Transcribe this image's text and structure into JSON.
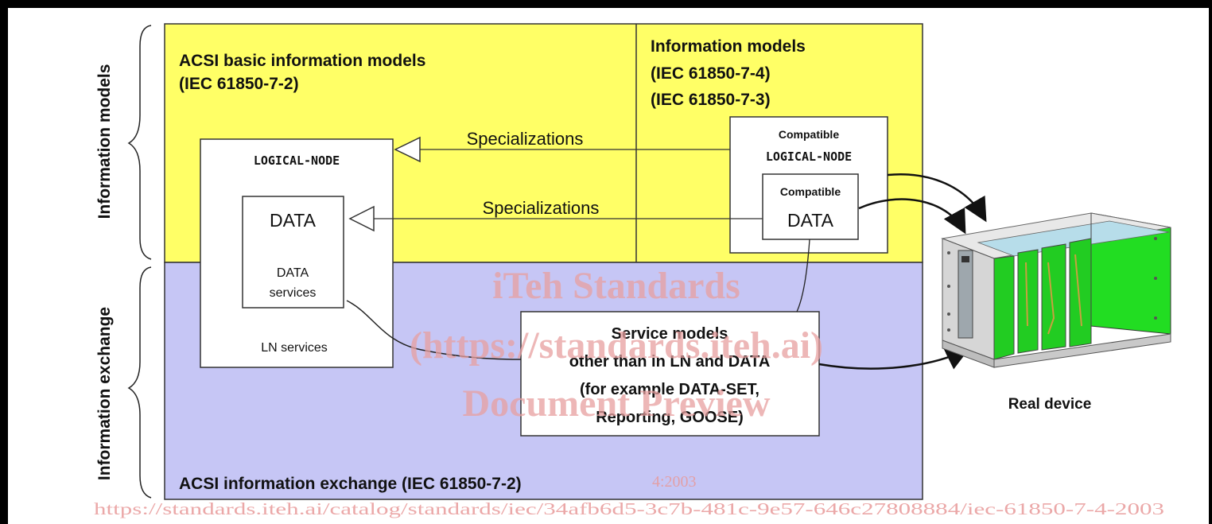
{
  "zones": {
    "top_left_title_line1": "ACSI basic information models",
    "top_left_title_line2": "(IEC 61850-7-2)",
    "top_right_title_line1": "Information models",
    "top_right_title_line2": "(IEC 61850-7-4)",
    "top_right_title_line3": "(IEC 61850-7-3)",
    "bottom_title": "ACSI information exchange (IEC 61850-7-2)"
  },
  "side_labels": {
    "upper": "Information models",
    "lower": "Information exchange"
  },
  "logical_node": {
    "title": "LOGICAL-NODE",
    "data_title": "DATA",
    "data_services_line1": "DATA",
    "data_services_line2": "services",
    "ln_services": "LN services"
  },
  "compatible": {
    "ln_line1": "Compatible",
    "ln_line2": "LOGICAL-NODE",
    "data_line1": "Compatible",
    "data_line2": "DATA"
  },
  "arrows": {
    "spec_upper": "Specializations",
    "spec_lower": "Specializations"
  },
  "service_models": {
    "line1": "Service models",
    "line2": "other than in LN and DATA",
    "line3": "(for example DATA-SET,",
    "line4": "Reporting, GOOSE)"
  },
  "device": {
    "label": "Real device",
    "icon": "rack-device-icon"
  },
  "watermark": {
    "line1": "iTeh Standards",
    "line2": "(https://standards.iteh.ai)",
    "line3": "Document Preview",
    "std_ref": "4:2003",
    "url": "https://standards.iteh.ai/catalog/standards/iec/34afb6d5-3c7b-481c-9e57-646c27808884/iec-61850-7-4-2003"
  },
  "colors": {
    "information_models_zone": "#ffff66",
    "information_exchange_zone": "#c6c6f5",
    "box_fill": "#ffffff",
    "watermark": "#e8a0a0",
    "device_board_green": "#22dd22"
  }
}
